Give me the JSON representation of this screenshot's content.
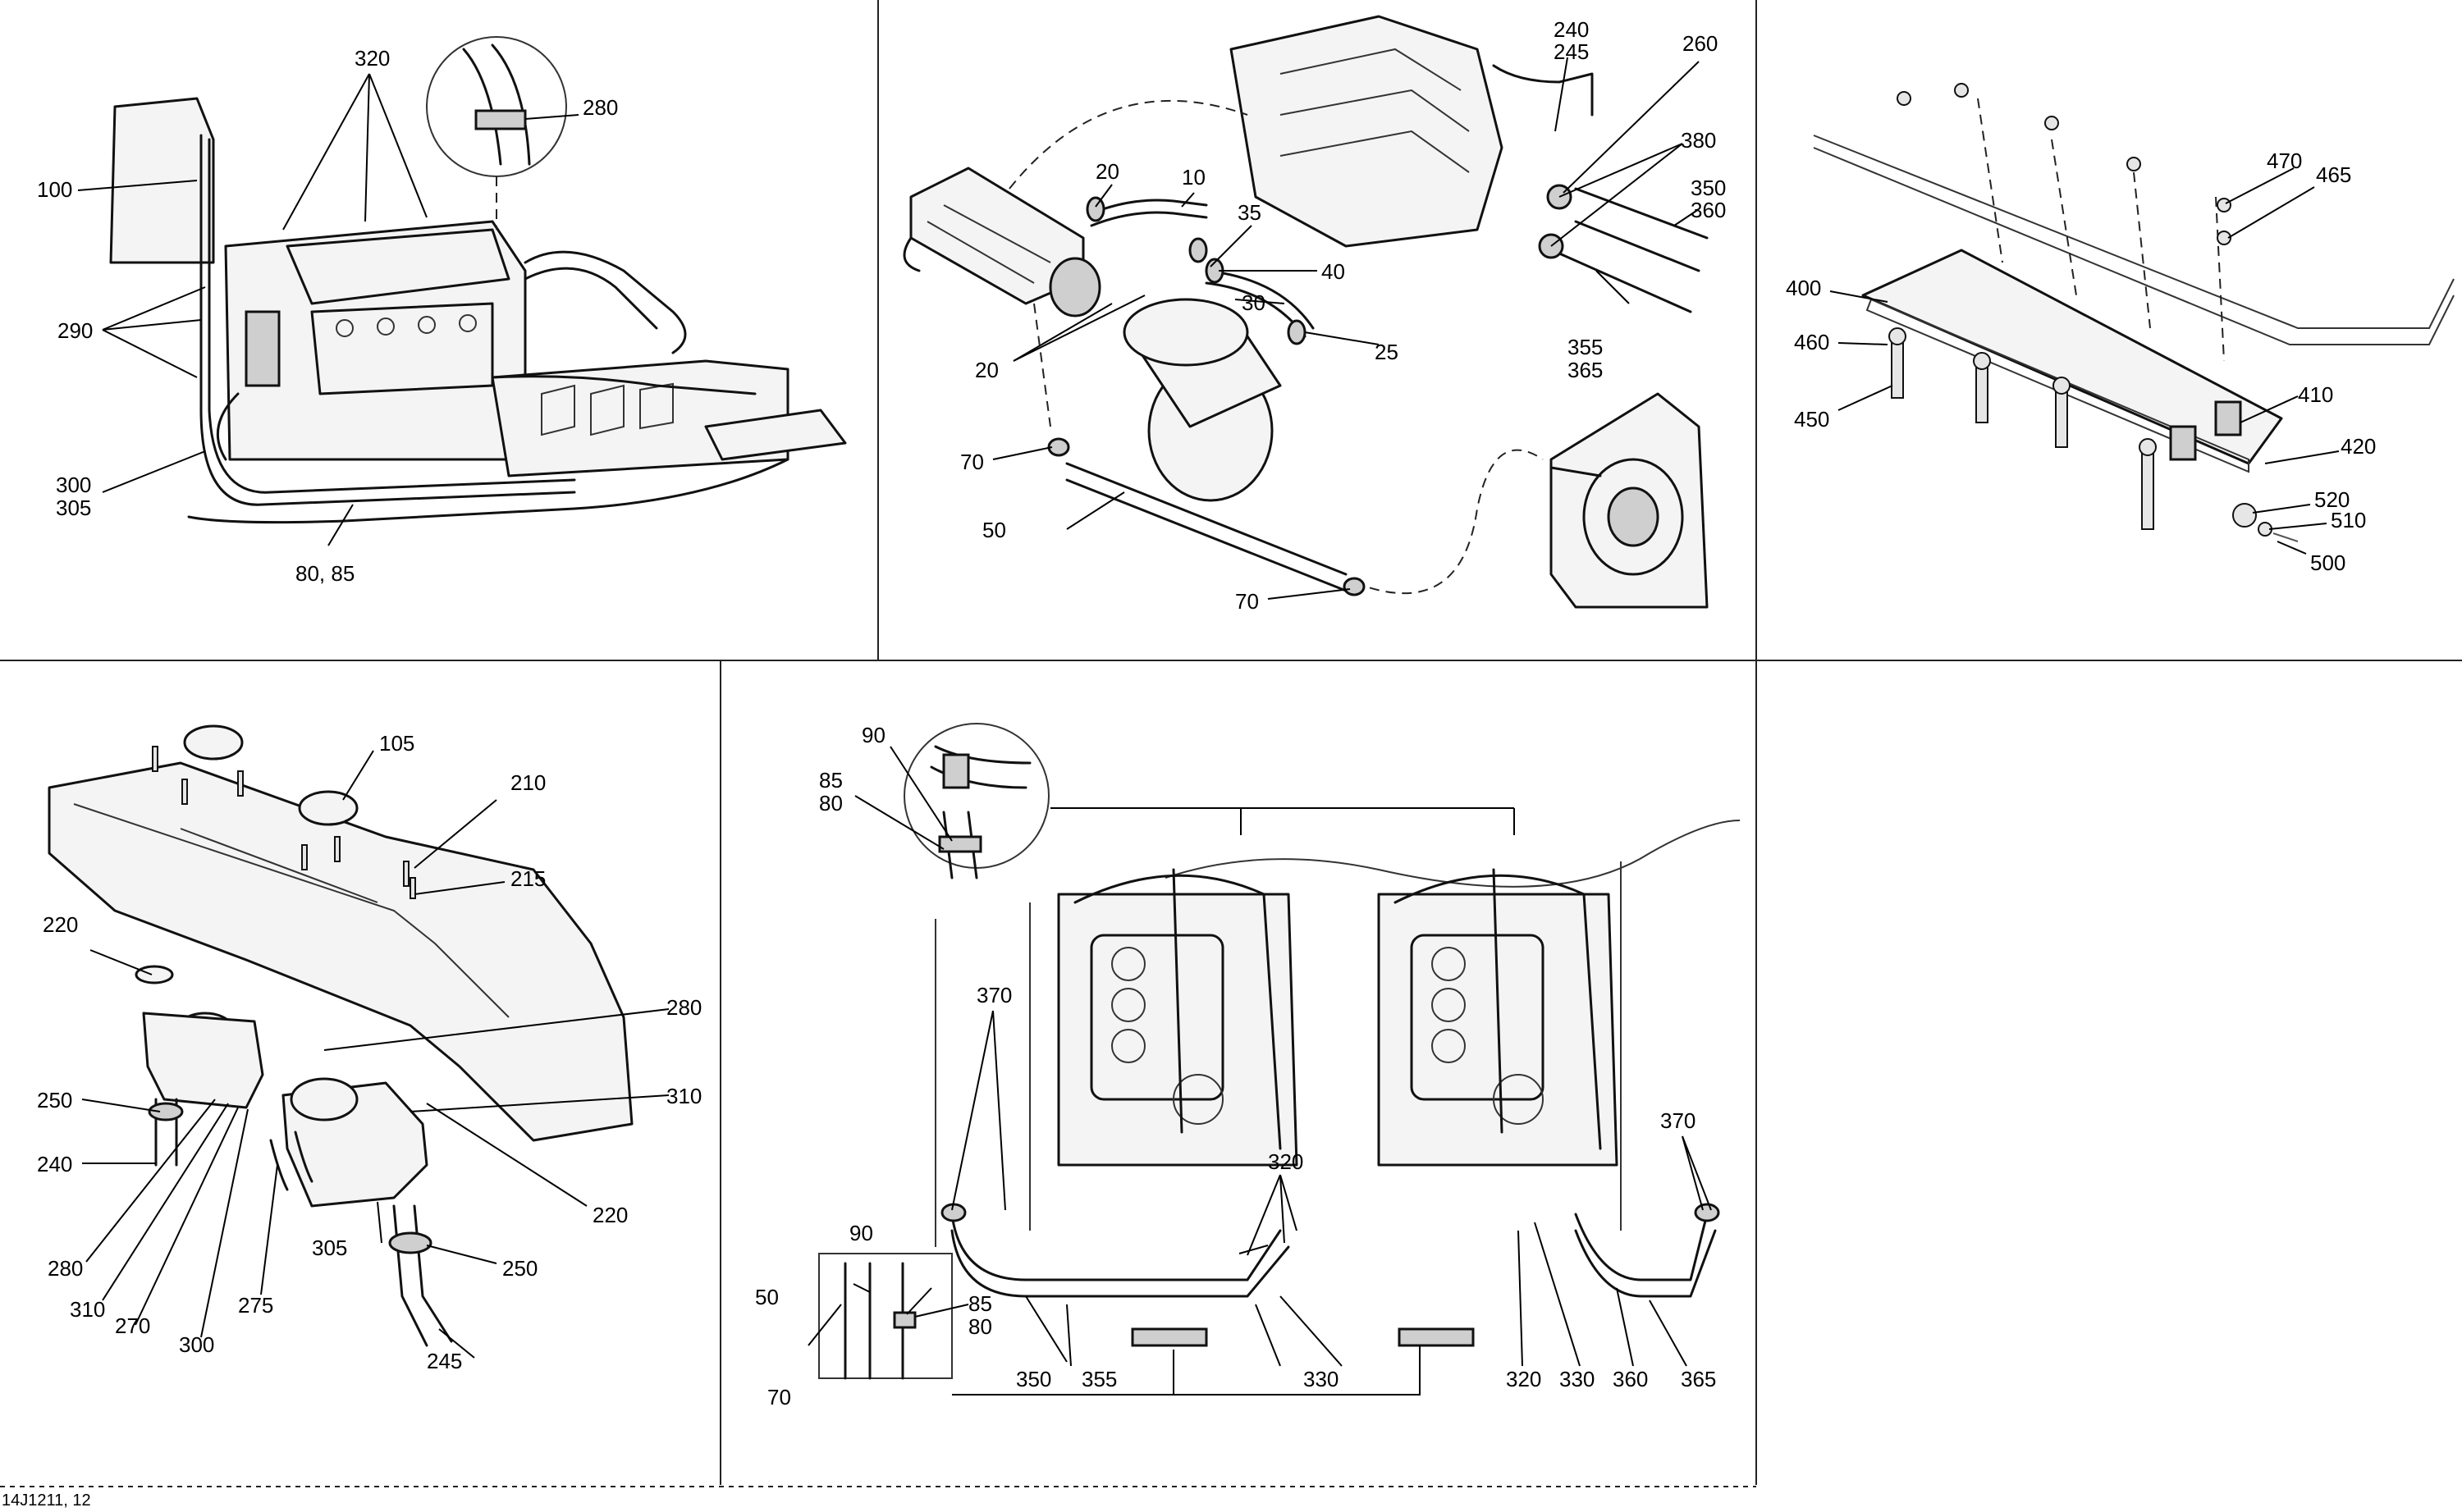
{
  "figure_code": "14J1211, 12",
  "panels": [
    {
      "id": "engine-side-view",
      "labels": [
        "320",
        "280",
        "100",
        "290",
        "300",
        "305",
        "80, 85"
      ]
    },
    {
      "id": "heat-exchanger-hoses",
      "labels": [
        "240",
        "245",
        "260",
        "380",
        "350",
        "360",
        "20",
        "10",
        "35",
        "40",
        "30",
        "25",
        "20",
        "355",
        "365",
        "70",
        "50",
        "70"
      ]
    },
    {
      "id": "ride-plate",
      "labels": [
        "470",
        "465",
        "400",
        "460",
        "450",
        "410",
        "420",
        "520",
        "510",
        "500"
      ]
    },
    {
      "id": "coolant-reservoir",
      "labels": [
        "105",
        "210",
        "215",
        "220",
        "280",
        "250",
        "310",
        "240",
        "220",
        "305",
        "250",
        "280",
        "310",
        "270",
        "300",
        "275",
        "245"
      ]
    },
    {
      "id": "exhaust-cooling-top-view",
      "labels": [
        "90",
        "85",
        "80",
        "370",
        "370",
        "320",
        "50",
        "90",
        "85",
        "80",
        "70",
        "350",
        "355",
        "330",
        "320",
        "330",
        "360",
        "365"
      ]
    }
  ]
}
